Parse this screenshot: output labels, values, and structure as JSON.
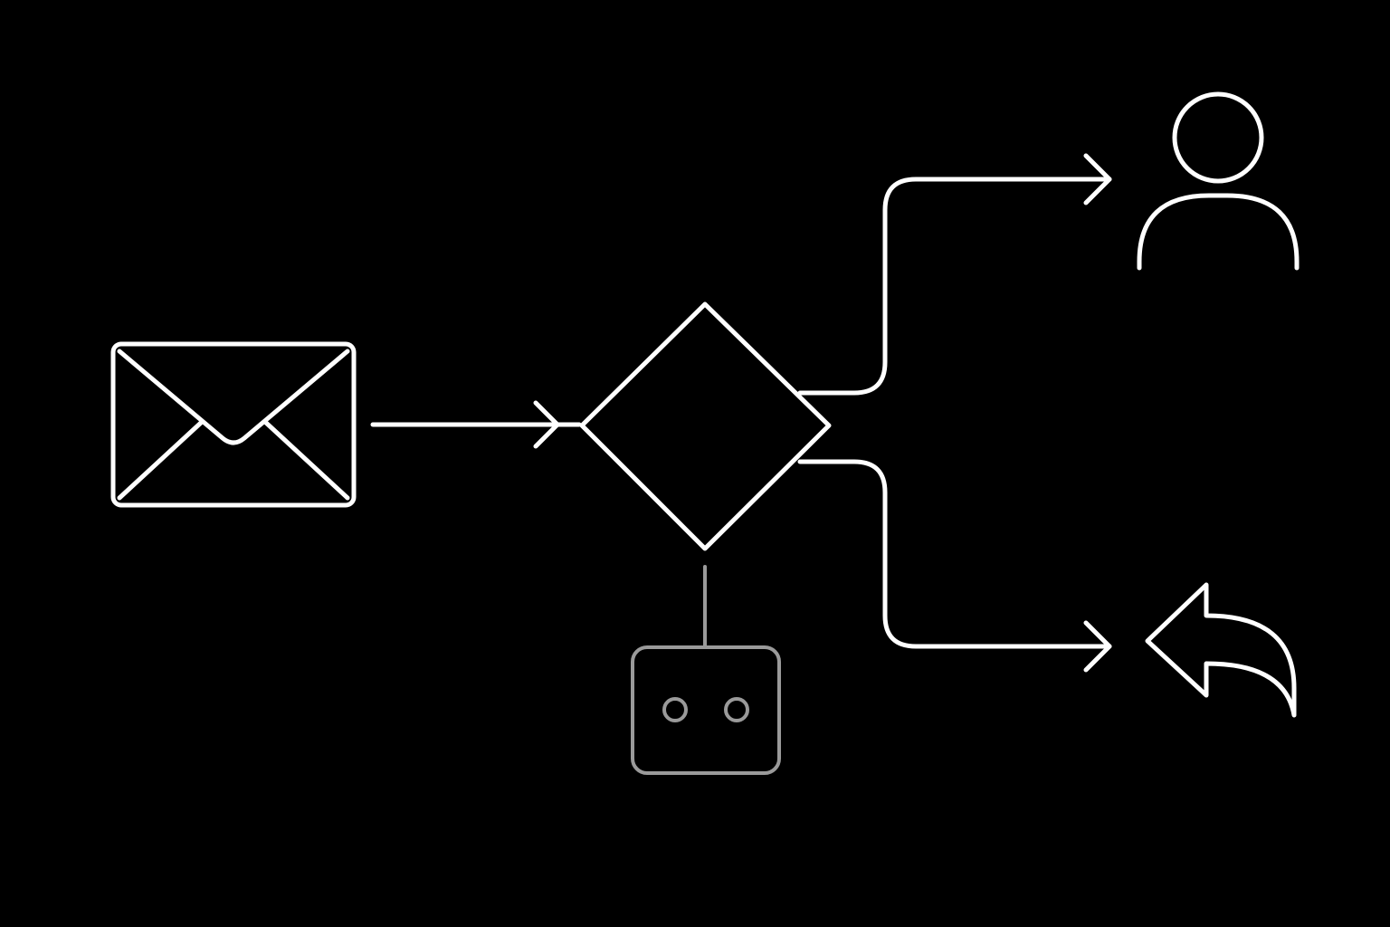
{
  "colors": {
    "background": "#000000",
    "primary_stroke": "#ffffff",
    "secondary_stroke": "#9a9a9a"
  },
  "nodes": [
    {
      "id": "input",
      "icon": "envelope-icon",
      "role": "incoming message"
    },
    {
      "id": "decision",
      "icon": "diamond-decision-icon",
      "role": "routing decision"
    },
    {
      "id": "bot",
      "icon": "robot-icon",
      "role": "automated assistant attached to decision"
    },
    {
      "id": "human",
      "icon": "person-icon",
      "role": "upper branch target"
    },
    {
      "id": "reply",
      "icon": "reply-arrow-icon",
      "role": "lower branch target"
    }
  ],
  "edges": [
    {
      "from": "input",
      "to": "decision",
      "style": "arrow"
    },
    {
      "from": "decision",
      "to": "human",
      "style": "arrow"
    },
    {
      "from": "decision",
      "to": "reply",
      "style": "arrow"
    },
    {
      "from": "decision",
      "to": "bot",
      "style": "line"
    }
  ]
}
